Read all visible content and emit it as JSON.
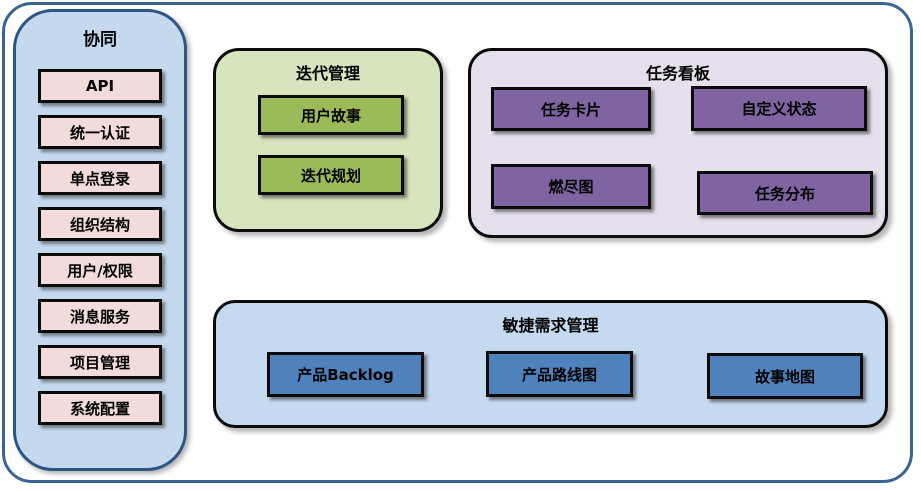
{
  "colors": {
    "frame_border": "#3a6496",
    "sidebar_bg": "#c4d8ee",
    "sidebar_border": "#2b5585",
    "sidebar_item_bg": "#f2dcdb",
    "iteration_bg": "#d7e4bd",
    "iteration_item_bg": "#9bbb59",
    "kanban_bg": "#e5e0ec",
    "kanban_item_bg": "#8064a2",
    "requirements_bg": "#c5d9f1",
    "requirements_item_bg": "#4f81bd",
    "box_border": "#0b0b0b"
  },
  "sidebar": {
    "title": "协同",
    "items": [
      "API",
      "统一认证",
      "单点登录",
      "组织结构",
      "用户/权限",
      "消息服务",
      "项目管理",
      "系统配置"
    ]
  },
  "iteration": {
    "title": "迭代管理",
    "items": [
      "用户故事",
      "迭代规划"
    ]
  },
  "kanban": {
    "title": "任务看板",
    "items": [
      "任务卡片",
      "自定义状态",
      "燃尽图",
      "任务分布"
    ]
  },
  "requirements": {
    "title": "敏捷需求管理",
    "items": [
      "产品Backlog",
      "产品路线图",
      "故事地图"
    ]
  }
}
